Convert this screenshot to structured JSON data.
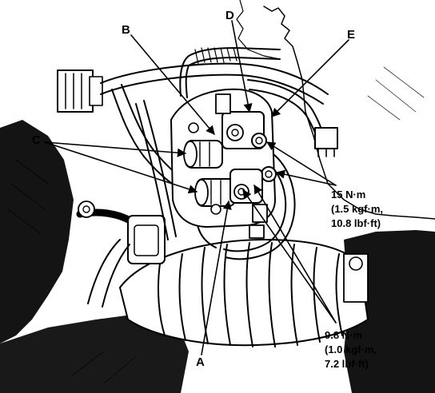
{
  "callouts": {
    "a": "A",
    "b": "B",
    "c": "C",
    "d": "D",
    "e": "E"
  },
  "torque_upper": {
    "line1": "15 N·m",
    "line2": "(1.5 kgf·m,",
    "line3": "10.8 lbf·ft)"
  },
  "torque_lower": {
    "line1": "9.8 N·m",
    "line2": "(1.0 kgf·m,",
    "line3": "7.2 lbf·ft)"
  }
}
